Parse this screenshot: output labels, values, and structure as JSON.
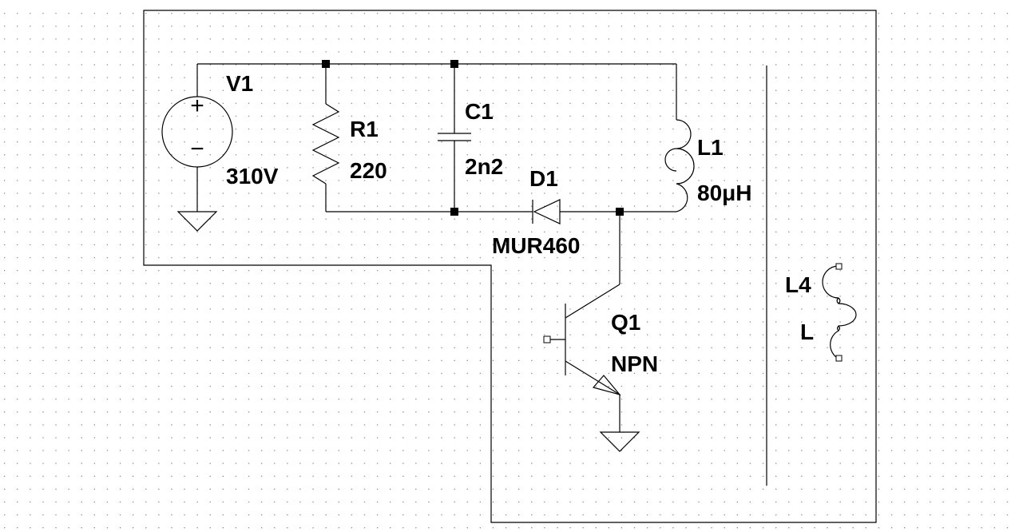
{
  "canvas": {
    "background": "#ffffff",
    "grid_dot_color": "#8c8c8c",
    "wire_color": "#000000"
  },
  "components": {
    "v1": {
      "name": "V1",
      "value": "310V",
      "plus": "+",
      "minus": "−"
    },
    "r1": {
      "name": "R1",
      "value": "220"
    },
    "c1": {
      "name": "C1",
      "value": "2n2"
    },
    "d1": {
      "name": "D1",
      "value": "MUR460"
    },
    "l1": {
      "name": "L1",
      "value": "80μH"
    },
    "q1": {
      "name": "Q1",
      "value": "NPN"
    },
    "l4": {
      "name": "L4",
      "value": "L"
    }
  }
}
